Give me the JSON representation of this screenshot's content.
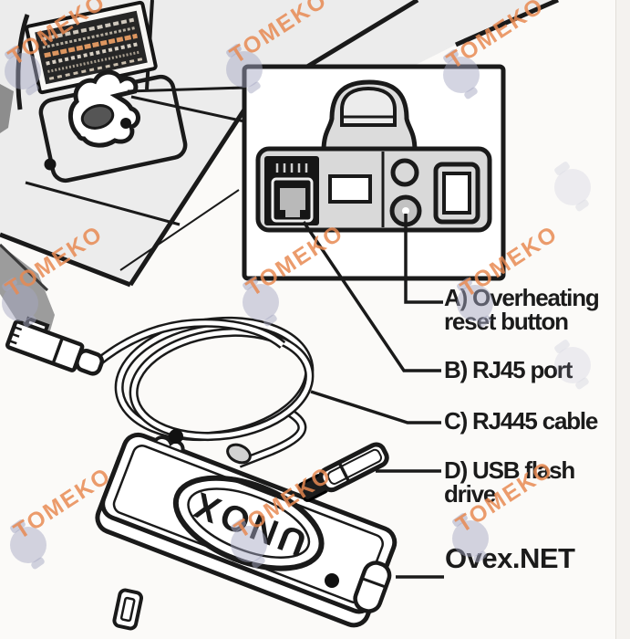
{
  "figure": {
    "labels": {
      "overheating_line1": "A) Overheating",
      "overheating_line2": "reset button",
      "rj45_port": "B) RJ45 port",
      "rj445_cable": "C) RJ445 cable",
      "usb_line1": "D) USB flash",
      "usb_line2": "drive",
      "device_name": "Ovex.NET"
    },
    "device_logo": "UNOX",
    "watermark": {
      "text": "TOMEKO",
      "color": "#e78a52",
      "icon": "pot-icon"
    },
    "colors": {
      "line": "#1a1a1a",
      "surface_gray": "#ececec",
      "panel_gray": "#d9d9d9",
      "watermark_orange": "#e78a52",
      "watermark_icon_gray": "#a6a7c2",
      "background": "#fbfaf8"
    }
  }
}
